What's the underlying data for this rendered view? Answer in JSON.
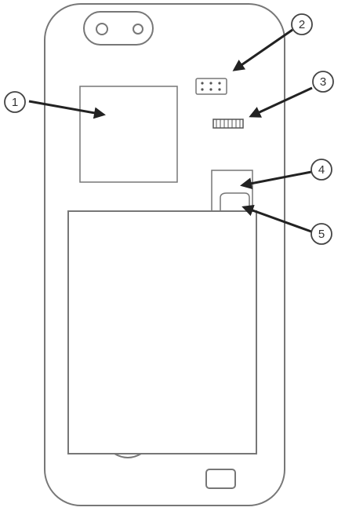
{
  "diagram": {
    "colors": {
      "outline": "#777777",
      "arrow": "#222222",
      "callout_ring": "#444444",
      "background": "#ffffff"
    },
    "callouts": [
      {
        "label": "1"
      },
      {
        "label": "2"
      },
      {
        "label": "3"
      },
      {
        "label": "4"
      },
      {
        "label": "5"
      }
    ]
  }
}
